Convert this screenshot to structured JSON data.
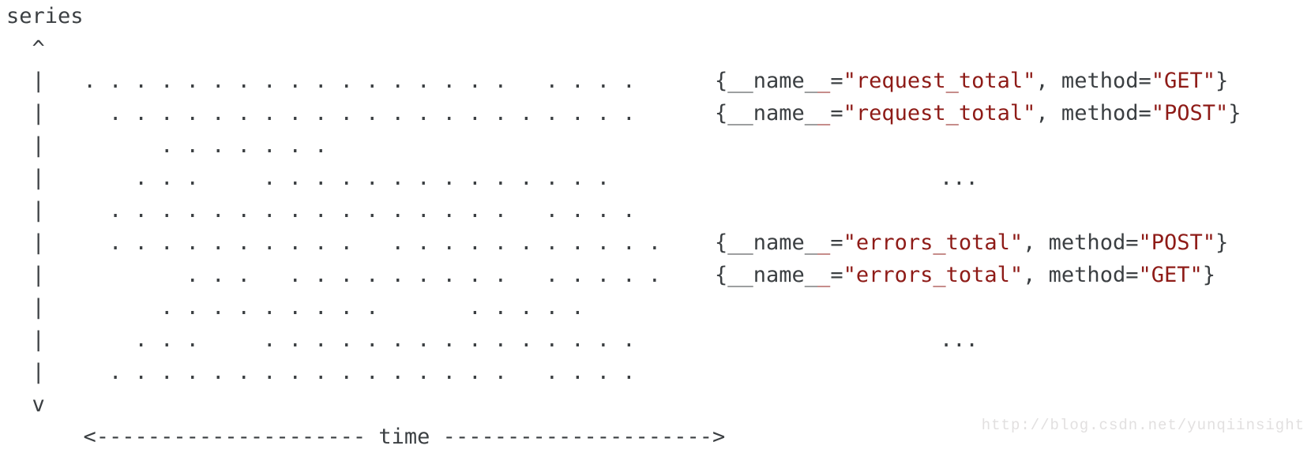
{
  "colors": {
    "ink": "#3b3f42",
    "highlight_red": "#8e1b17",
    "watermark_gray": "#e2e0e0",
    "background": "#ffffff"
  },
  "watermark": {
    "text": "http://blog.csdn.net/yunqiinsight"
  },
  "diagram": {
    "y_axis_label": "series",
    "x_axis_label": "time",
    "lines": [
      {
        "name": "y-axis-title",
        "text": "series"
      },
      {
        "name": "y-axis-arrow-up",
        "text": "  ^"
      },
      {
        "name": "series-row",
        "text": "  |   . . . . . . . . . . . . . . . . .   . . . .",
        "label": [
          {
            "t": "{__name_"
          },
          {
            "t": "_",
            "red": true
          },
          {
            "t": "="
          },
          {
            "t": "\"request_total\"",
            "red": true
          },
          {
            "t": ", method="
          },
          {
            "t": "\"GET\"",
            "red": true
          },
          {
            "t": "}"
          }
        ]
      },
      {
        "name": "series-row",
        "text": "  |     . . . . . . . . . . . . . . . . . . . . .",
        "label": [
          {
            "t": "{__name_"
          },
          {
            "t": "_",
            "red": true
          },
          {
            "t": "="
          },
          {
            "t": "\"request_total\"",
            "red": true
          },
          {
            "t": ", method="
          },
          {
            "t": "\"POST\"",
            "red": true
          },
          {
            "t": "}"
          }
        ]
      },
      {
        "name": "series-row",
        "text": "  |         . . . . . . ."
      },
      {
        "name": "series-row",
        "text": "  |       . . .     . . . . . . . . . . . . . .",
        "ellipsis": "..."
      },
      {
        "name": "series-row",
        "text": "  |     . . . . . . . . . . . . . . . .   . . . ."
      },
      {
        "name": "series-row",
        "text": "  |     . . . . . . . . . .   . . . . . . . . . . .",
        "label": [
          {
            "t": "{__name_"
          },
          {
            "t": "_",
            "red": true
          },
          {
            "t": "="
          },
          {
            "t": "\"errors_total\"",
            "red": true
          },
          {
            "t": ", method="
          },
          {
            "t": "\"POST\"",
            "red": true
          },
          {
            "t": "}"
          }
        ]
      },
      {
        "name": "series-row",
        "text": "  |           . . .   . . . . . . . . .   . . . . .",
        "label": [
          {
            "t": "{__name_"
          },
          {
            "t": "_",
            "red": true
          },
          {
            "t": "="
          },
          {
            "t": "\"errors_total\"",
            "red": true
          },
          {
            "t": ", method="
          },
          {
            "t": "\"GET\"",
            "red": true
          },
          {
            "t": "}"
          }
        ]
      },
      {
        "name": "series-row",
        "text": "  |         . . . . . . . . .       . . . . ."
      },
      {
        "name": "series-row",
        "text": "  |       . . .     . . . . . . . . . . . . . . .",
        "ellipsis": "..."
      },
      {
        "name": "series-row",
        "text": "  |     . . . . . . . . . . . . . . . .   . . . ."
      },
      {
        "name": "y-axis-arrow-down",
        "text": "  v"
      },
      {
        "name": "x-axis",
        "text": "      <--------------------- time --------------------->"
      }
    ]
  }
}
